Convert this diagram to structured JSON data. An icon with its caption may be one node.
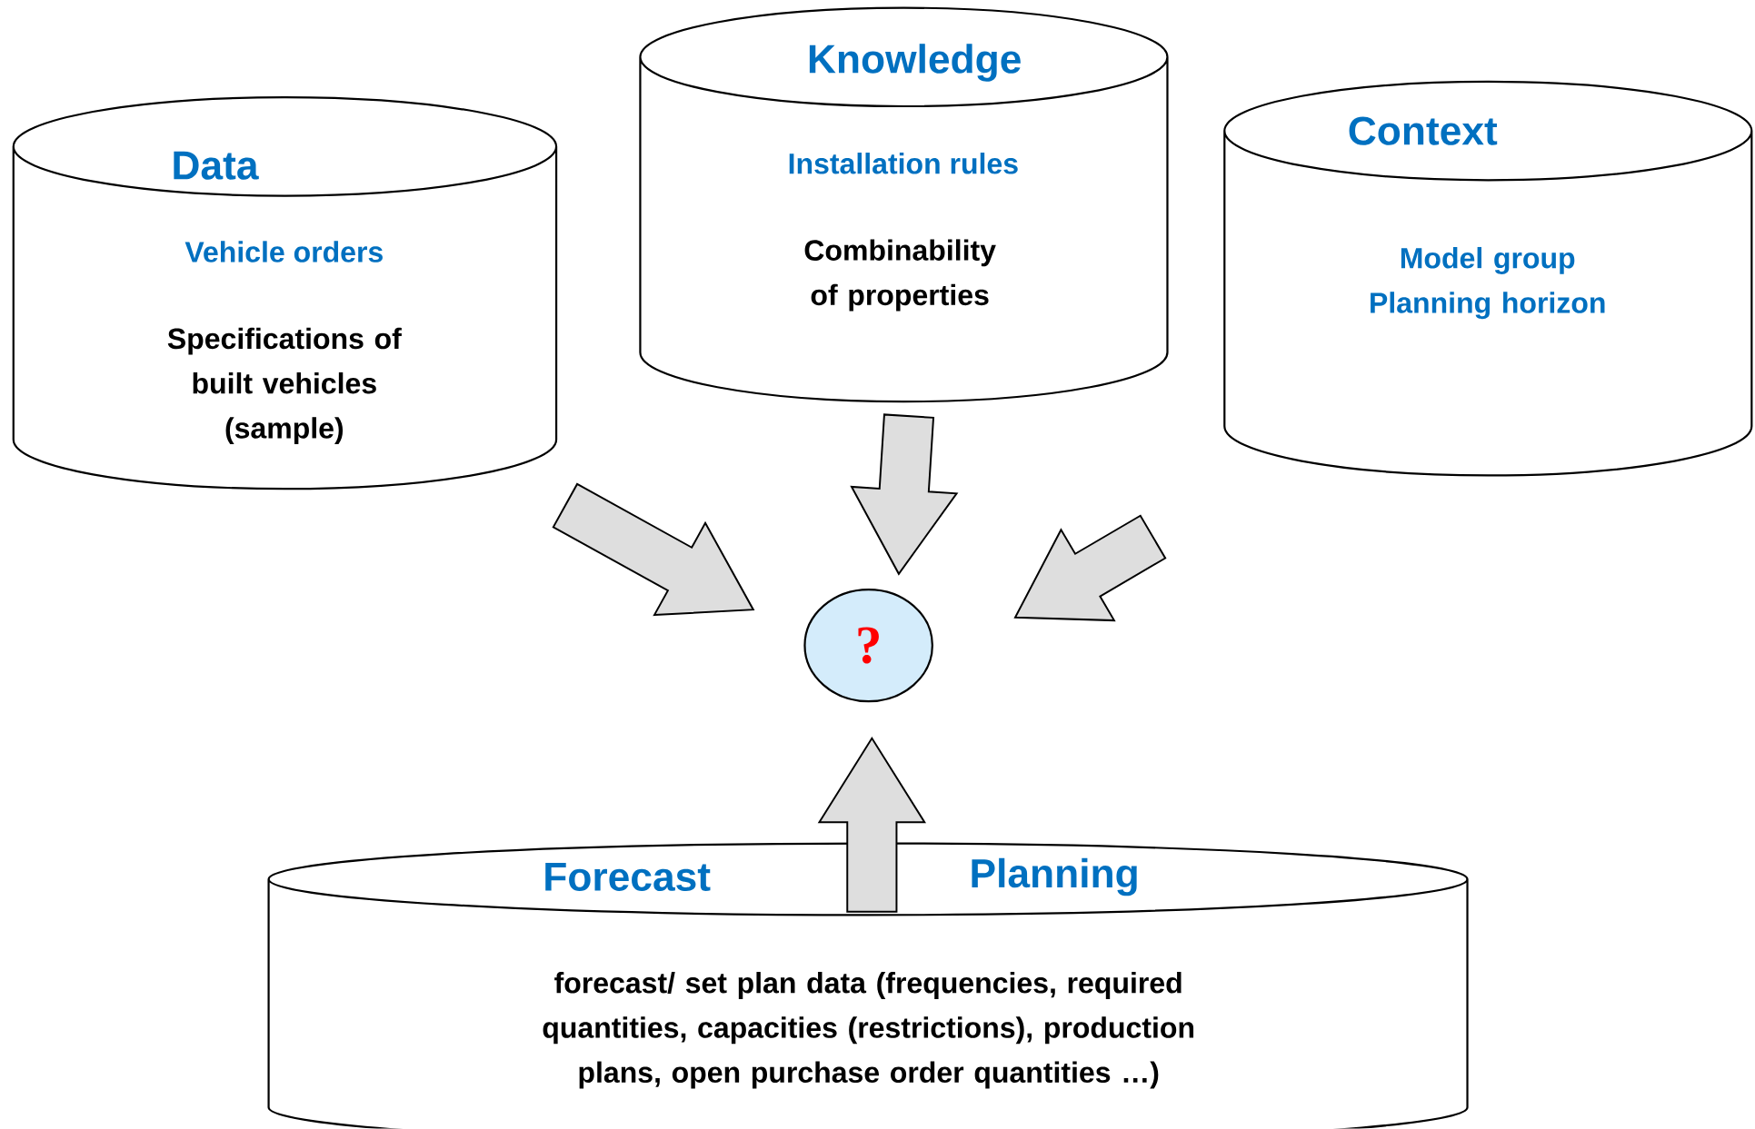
{
  "diagram": {
    "nodes": [
      {
        "text": [
          "Data",
          "Vehicle orders",
          "Specifications of built vehicles (sample)"
        ]
      },
      {
        "text": [
          "Knowledge",
          "Installation rules",
          "Combinability of properties"
        ]
      },
      {
        "text": [
          "Context",
          "Model group Planning horizon"
        ]
      },
      {
        "text": [
          "?"
        ]
      },
      {
        "text": [
          "Forecast",
          "Planning",
          "forecast/ set plan data (frequencies, required quantities, capacities (restrictions), production plans, open purchase order quantities …)"
        ]
      }
    ],
    "edges": [
      {
        "from": 0,
        "to": 3,
        "arrow": "to"
      },
      {
        "from": 1,
        "to": 3,
        "arrow": "to"
      },
      {
        "from": 2,
        "to": 3,
        "arrow": "to"
      },
      {
        "from": 4,
        "to": 3,
        "arrow": "to"
      }
    ]
  }
}
